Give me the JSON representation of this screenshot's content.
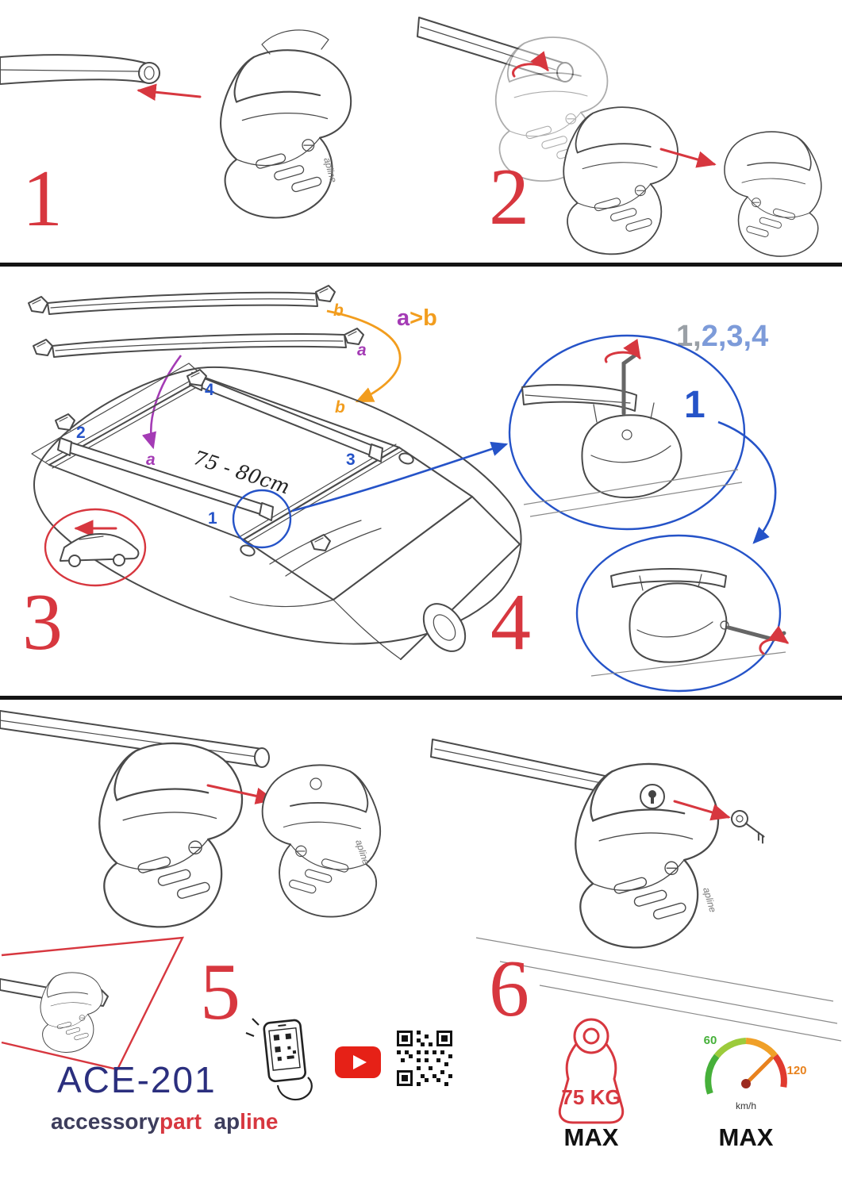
{
  "colors": {
    "accent_red": "#d7373f",
    "accent_blue": "#2553c8",
    "light_blue": "#7d9bd9",
    "gray": "#9aa0a6",
    "purple": "#a43bb5",
    "orange": "#f29d1e",
    "brand_navy": "#2b2f7e",
    "brand_dark": "#3d3d5c",
    "youtube_red": "#e62117",
    "gauge_green": "#46b03a",
    "gauge_orange": "#e8821e"
  },
  "steps": {
    "s1": "1",
    "s2": "2",
    "s3": "3",
    "s4": "4",
    "s5": "5",
    "s6": "6"
  },
  "diagram": {
    "floating_bar_b": "b",
    "floating_bar_a": "a",
    "order_a": "a",
    "order_gt": ">",
    "order_b": "b",
    "sequence_first": "1,",
    "sequence_rest": "2,3,4",
    "measurement": "75 - 80cm",
    "pos_1": "1",
    "pos_2": "2",
    "pos_3": "3",
    "pos_4": "4",
    "roof_a": "a",
    "roof_b": "b",
    "detail_callout": "1",
    "part_brand": "apline"
  },
  "branding": {
    "model": "ACE-201",
    "word1": "accessory",
    "word2": "part",
    "word3": "ap",
    "word4": "line"
  },
  "badges": {
    "weight_value": "75 KG",
    "weight_max": "MAX",
    "speed_low": "60",
    "speed_high": "120",
    "speed_unit": "km/h",
    "speed_max": "MAX"
  }
}
